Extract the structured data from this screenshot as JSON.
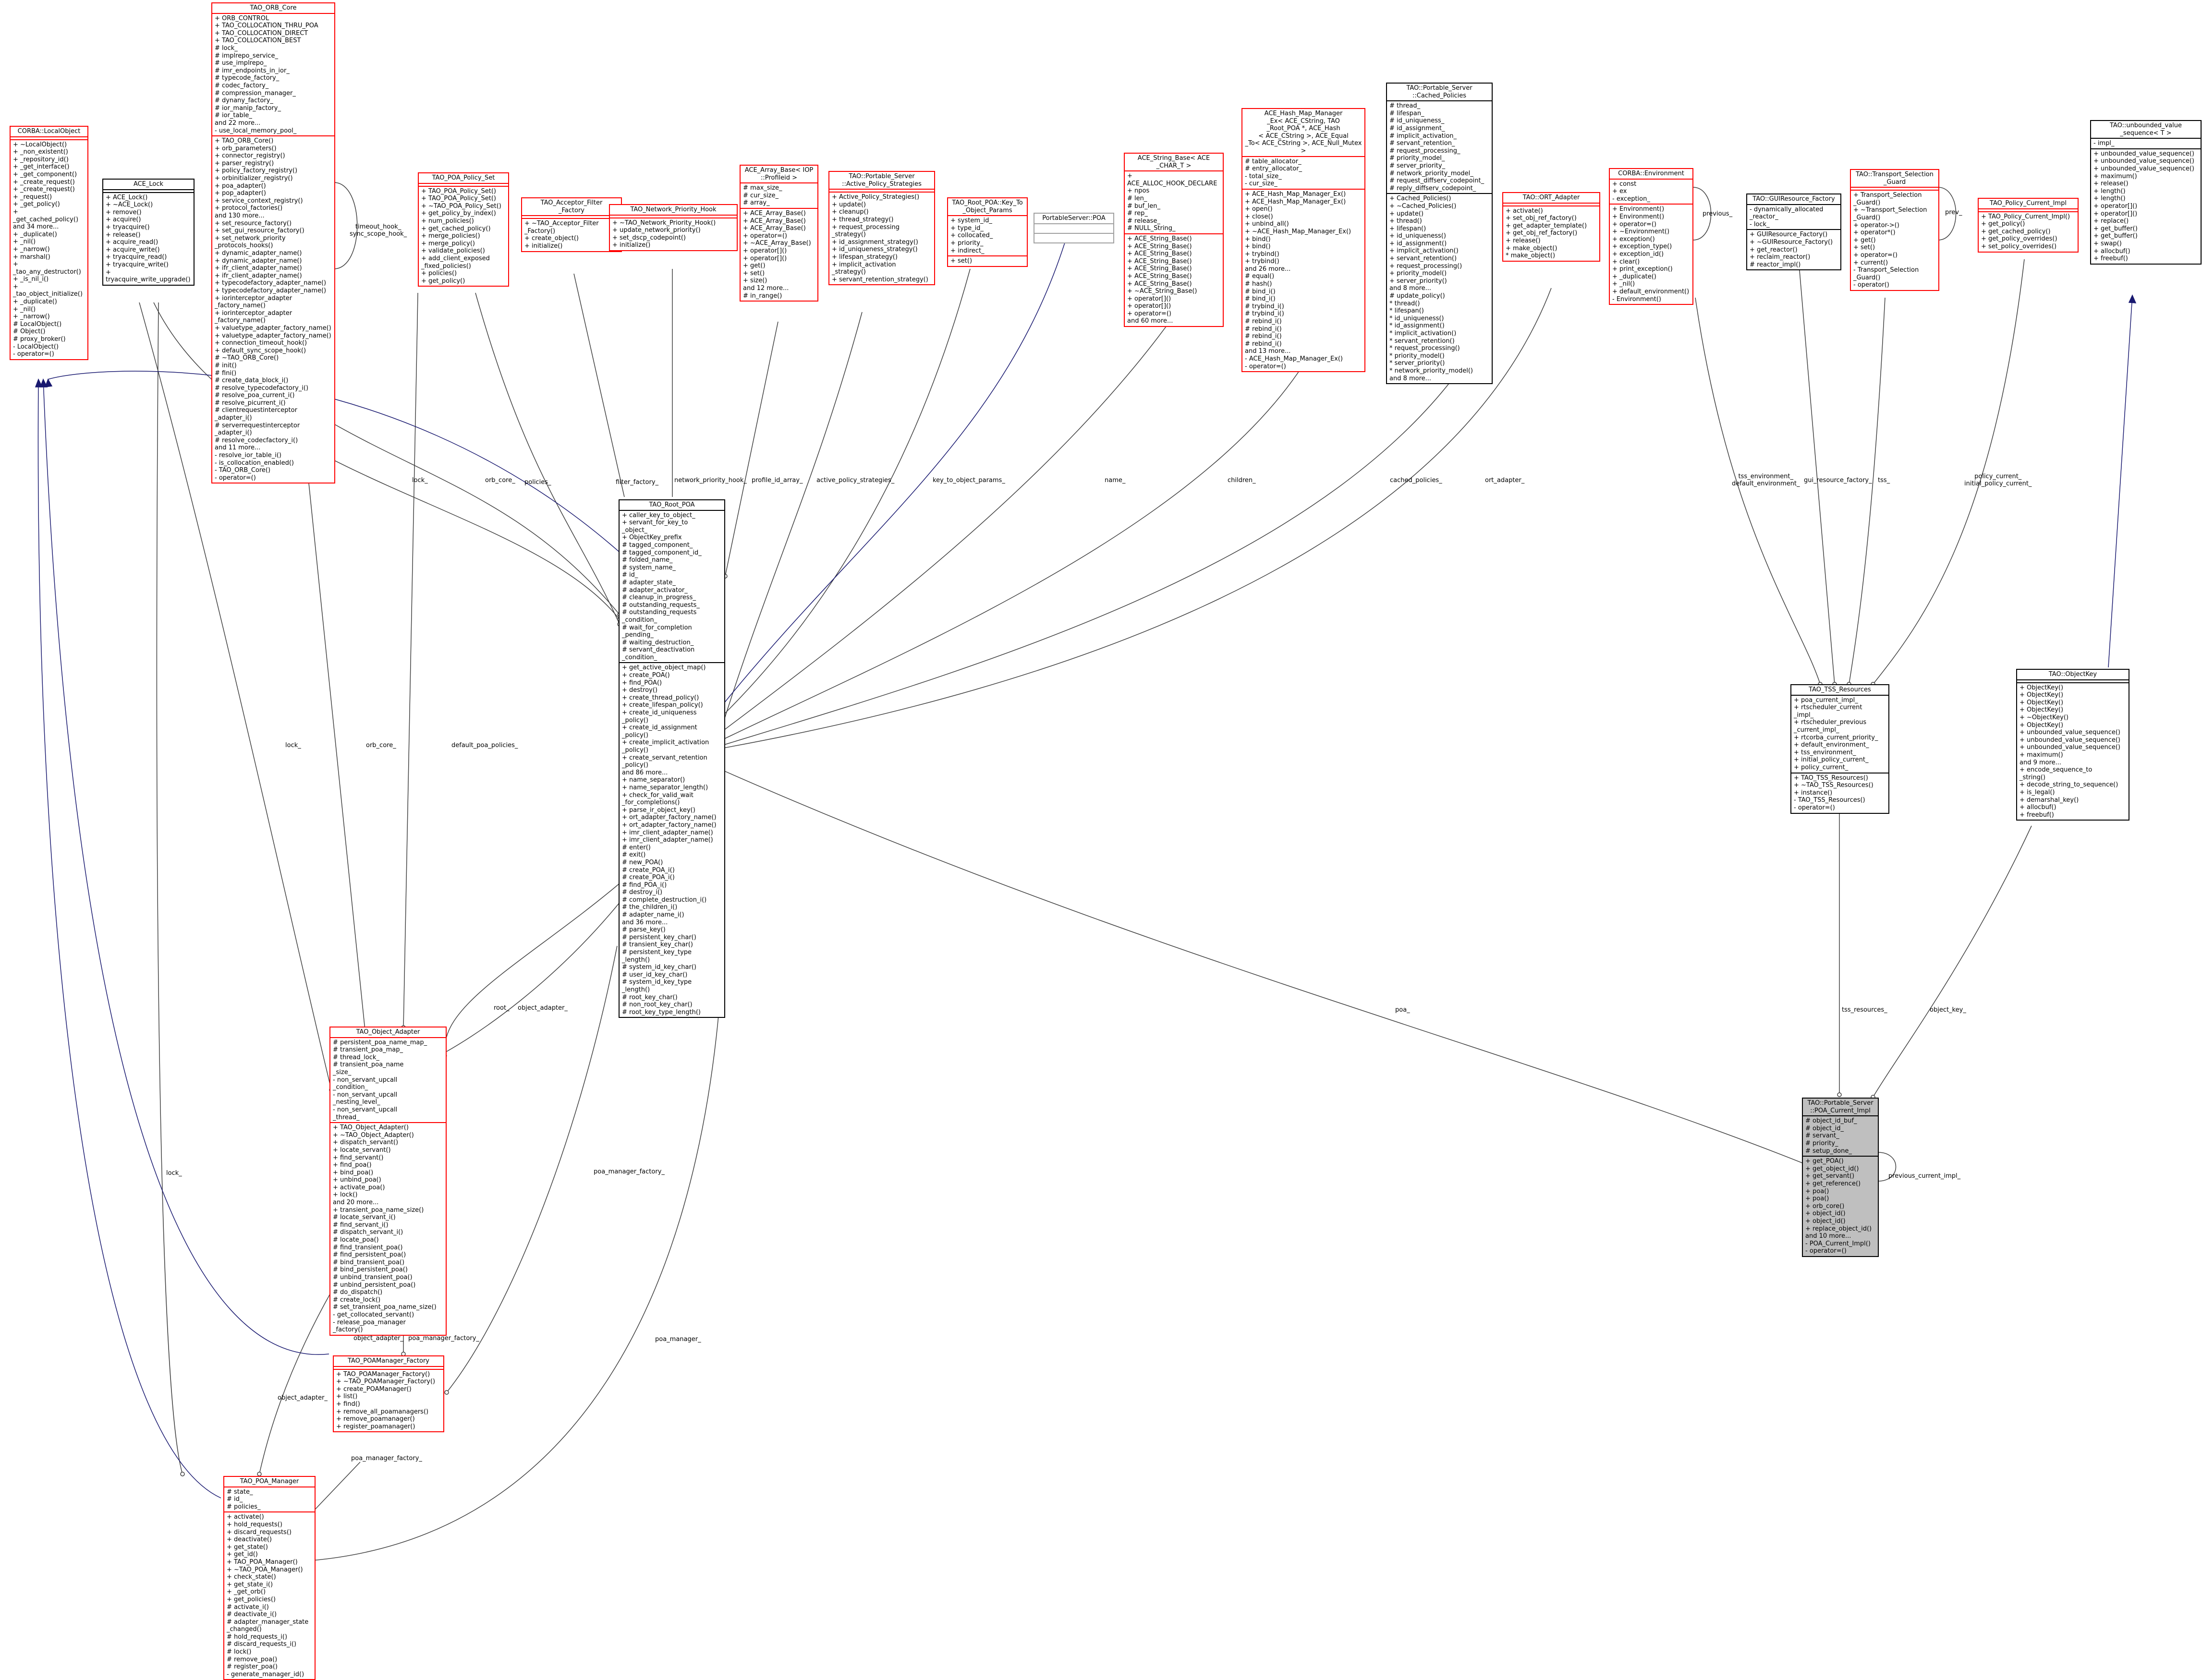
{
  "classes": {
    "tao_orb_core": {
      "name": "TAO_ORB_Core",
      "attributes": "+ ORB_CONTROL\n+ TAO_COLLOCATION_THRU_POA\n+ TAO_COLLOCATION_DIRECT\n+ TAO_COLLOCATION_BEST\n# lock_\n# implrepo_service_\n# use_implrepo_\n# imr_endpoints_in_ior_\n# typecode_factory_\n# codec_factory_\n# compression_manager_\n# dynany_factory_\n# ior_manip_factory_\n# ior_table_\nand 22 more...\n- use_local_memory_pool_",
      "methods": "+ TAO_ORB_Core()\n+ orb_parameters()\n+ connector_registry()\n+ parser_registry()\n+ policy_factory_registry()\n+ orbinitializer_registry()\n+ poa_adapter()\n+ pop_adapter()\n+ service_context_registry()\n+ protocol_factories()\nand 130 more...\n+ set_resource_factory()\n+ set_gui_resource_factory()\n+ set_network_priority\n_protocols_hooks()\n+ dynamic_adapter_name()\n+ dynamic_adapter_name()\n+ ifr_client_adapter_name()\n+ ifr_client_adapter_name()\n+ typecodefactory_adapter_name()\n+ typecodefactory_adapter_name()\n+ iorinterceptor_adapter\n_factory_name()\n+ iorinterceptor_adapter\n_factory_name()\n+ valuetype_adapter_factory_name()\n+ valuetype_adapter_factory_name()\n+ connection_timeout_hook()\n+ default_sync_scope_hook()\n# ~TAO_ORB_Core()\n# init()\n# fini()\n# create_data_block_i()\n# resolve_typecodefactory_i()\n# resolve_poa_current_i()\n# resolve_picurrent_i()\n# clientrequestinterceptor\n_adapter_i()\n# serverrequestinterceptor\n_adapter_i()\n# resolve_codecfactory_i()\nand 11 more...\n- resolve_ior_table_i()\n- is_collocation_enabled()\n- TAO_ORB_Core()\n- operator=()"
    },
    "corba_localobject": {
      "name": "CORBA::LocalObject",
      "attributes": "",
      "methods": "+ ~LocalObject()\n+ _non_existent()\n+ _repository_id()\n+ _get_interface()\n+ _get_component()\n+ _create_request()\n+ _create_request()\n+ _request()\n+ _get_policy()\n+ _get_cached_policy()\nand 34 more...\n+ _duplicate()\n+ _nil()\n+ _narrow()\n+ marshal()\n+ _tao_any_destructor()\n+ _is_nil_i()\n+ _tao_object_initialize()\n+ _duplicate()\n+ _nil()\n+ _narrow()\n# LocalObject()\n# Object()\n# proxy_broker()\n- LocalObject()\n- operator=()"
    },
    "ace_lock": {
      "name": "ACE_Lock",
      "attributes": "",
      "methods": "+ ACE_Lock()\n+ ~ACE_Lock()\n+ remove()\n+ acquire()\n+ tryacquire()\n+ release()\n+ acquire_read()\n+ acquire_write()\n+ tryacquire_read()\n+ tryacquire_write()\n+ tryacquire_write_upgrade()"
    },
    "tao_poa_policy_set": {
      "name": "TAO_POA_Policy_Set",
      "attributes": "",
      "methods": "+ TAO_POA_Policy_Set()\n+ TAO_POA_Policy_Set()\n+ ~TAO_POA_Policy_Set()\n+ get_policy_by_index()\n+ num_policies()\n+ get_cached_policy()\n+ merge_policies()\n+ merge_policy()\n+ validate_policies()\n+ add_client_exposed\n_fixed_policies()\n+ policies()\n+ get_policy()"
    },
    "tao_acceptor_filter_factory": {
      "name": "TAO_Acceptor_Filter\n_Factory",
      "attributes": "",
      "methods": "+ ~TAO_Acceptor_Filter\n_Factory()\n+ create_object()\n+ initialize()"
    },
    "tao_network_priority_hook": {
      "name": "TAO_Network_Priority_Hook",
      "attributes": "",
      "methods": "+ ~TAO_Network_Priority_Hook()\n+ update_network_priority()\n+ set_dscp_codepoint()\n+ initialize()"
    },
    "ace_array_base": {
      "name": "ACE_Array_Base< IOP\n::Profileid >",
      "attributes": "# max_size_\n# cur_size_\n# array_",
      "methods": "+ ACE_Array_Base()\n+ ACE_Array_Base()\n+ ACE_Array_Base()\n+ operator=()\n+ ~ACE_Array_Base()\n+ operator[]()\n+ operator[]()\n+ get()\n+ set()\n+ size()\nand 12 more...\n# in_range()"
    },
    "tao_active_policy_strategies": {
      "name": "TAO::Portable_Server\n::Active_Policy_Strategies",
      "attributes": "",
      "methods": "+ Active_Policy_Strategies()\n+ update()\n+ cleanup()\n+ thread_strategy()\n+ request_processing\n_strategy()\n+ id_assignment_strategy()\n+ id_uniqueness_strategy()\n+ lifespan_strategy()\n+ implicit_activation\n_strategy()\n+ servant_retention_strategy()"
    },
    "tao_key_to_object_params": {
      "name": "TAO_Root_POA::Key_To\n_Object_Params",
      "attributes": "+ system_id_\n+ type_id_\n+ collocated_\n+ priority_\n+ indirect_",
      "methods": "+ set()"
    },
    "portableserver_poa": {
      "name": "PortableServer::POA",
      "attributes": "",
      "methods": ""
    },
    "ace_string_base": {
      "name": "ACE_String_Base< ACE\n_CHAR_T >",
      "attributes": "+ ACE_ALLOC_HOOK_DECLARE\n+ npos\n# len_\n# buf_len_\n# rep_\n# release_\n# NULL_String_",
      "methods": "+ ACE_String_Base()\n+ ACE_String_Base()\n+ ACE_String_Base()\n+ ACE_String_Base()\n+ ACE_String_Base()\n+ ACE_String_Base()\n+ ACE_String_Base()\n+ ~ACE_String_Base()\n+ operator[]()\n+ operator[]()\n+ operator=()\nand 60 more..."
    },
    "ace_hash_map_manager": {
      "name": "ACE_Hash_Map_Manager\n_Ex< ACE_CString, TAO\n_Root_POA *, ACE_Hash\n< ACE_CString >, ACE_Equal\n_To< ACE_CString >, ACE_Null_Mutex >",
      "attributes": "# table_allocator_\n# entry_allocator_\n- total_size_\n- cur_size_",
      "methods": "+ ACE_Hash_Map_Manager_Ex()\n+ ACE_Hash_Map_Manager_Ex()\n+ open()\n+ close()\n+ unbind_all()\n+ ~ACE_Hash_Map_Manager_Ex()\n+ bind()\n+ bind()\n+ trybind()\n+ trybind()\nand 26 more...\n# equal()\n# hash()\n# bind_i()\n# bind_i()\n# trybind_i()\n# trybind_i()\n# rebind_i()\n# rebind_i()\n# rebind_i()\n# rebind_i()\nand 13 more...\n- ACE_Hash_Map_Manager_Ex()\n- operator=()"
    },
    "tao_cached_policies": {
      "name": "TAO::Portable_Server\n::Cached_Policies",
      "attributes": "# thread_\n# lifespan_\n# id_uniqueness_\n# id_assignment_\n# implicit_activation_\n# servant_retention_\n# request_processing_\n# priority_model_\n# server_priority_\n# network_priority_model_\n# request_diffserv_codepoint_\n# reply_diffserv_codepoint_",
      "methods": "+ Cached_Policies()\n+ ~Cached_Policies()\n+ update()\n+ thread()\n+ lifespan()\n+ id_uniqueness()\n+ id_assignment()\n+ implicit_activation()\n+ servant_retention()\n+ request_processing()\n+ priority_model()\n+ server_priority()\nand 8 more...\n# update_policy()\n* thread()\n* lifespan()\n* id_uniqueness()\n* id_assignment()\n* implicit_activation()\n* servant_retention()\n* request_processing()\n* priority_model()\n* server_priority()\n* network_priority_model()\nand 8 more..."
    },
    "tao_orf_adapter": {
      "name": "TAO::ORT_Adapter",
      "attributes": "",
      "methods": "+ activate()\n+ set_obj_ref_factory()\n+ get_adapter_template()\n+ get_obj_ref_factory()\n+ release()\n+ make_object()\n* make_object()"
    },
    "corba_environment": {
      "name": "CORBA::Environment",
      "attributes": "+ const\n+ ex\n- exception_",
      "methods": "+ Environment()\n+ Environment()\n+ operator=()\n+ ~Environment()\n+ exception()\n+ exception_type()\n+ exception_id()\n+ clear()\n+ print_exception()\n+ _duplicate()\n+ _nil()\n+ default_environment()\n- Environment()"
    },
    "tao_gui_resource_factory": {
      "name": "TAO::GUIResource_Factory",
      "attributes": "- dynamically_allocated\n_reactor_\n- lock_",
      "methods": "+ GUIResource_Factory()\n+ ~GUIResource_Factory()\n+ get_reactor()\n+ reclaim_reactor()\n# reactor_impl()"
    },
    "tao_transport_selection_guard": {
      "name": "TAO::Transport_Selection\n_Guard",
      "attributes": "",
      "methods": "+ Transport_Selection\n_Guard()\n+ ~Transport_Selection\n_Guard()\n+ operator->()\n+ operator*()\n+ get()\n+ set()\n+ operator=()\n+ current()\n- Transport_Selection\n_Guard()\n- operator()"
    },
    "tao_policy_current_impl": {
      "name": "TAO_Policy_Current_Impl",
      "attributes": "",
      "methods": "+ TAO_Policy_Current_Impl()\n+ get_policy()\n+ get_cached_policy()\n+ get_policy_overrides()\n+ set_policy_overrides()"
    },
    "tao_unbounded_value_sequence": {
      "name": "TAO::unbounded_value\n_sequence< T >",
      "attributes": "- impl_",
      "methods": "+ unbounded_value_sequence()\n+ unbounded_value_sequence()\n+ unbounded_value_sequence()\n+ maximum()\n+ release()\n+ length()\n+ length()\n+ operator[]()\n+ operator[]()\n+ replace()\n+ get_buffer()\n+ get_buffer()\n+ swap()\n+ allocbuf()\n+ freebuf()"
    },
    "tao_root_poa": {
      "name": "TAO_Root_POA",
      "attributes": "+ caller_key_to_object_\n+ servant_for_key_to\n_object_\n+ ObjectKey_prefix\n# tagged_component_\n# tagged_component_id_\n# folded_name_\n# system_name_\n# id_\n# adapter_state_\n# adapter_activator_\n# cleanup_in_progress_\n# outstanding_requests_\n# outstanding_requests\n_condition_\n# wait_for_completion\n_pending_\n# waiting_destruction_\n# servant_deactivation\n_condition_",
      "methods": "+ get_active_object_map()\n+ create_POA()\n+ find_POA()\n+ destroy()\n+ create_thread_policy()\n+ create_lifespan_policy()\n+ create_id_uniqueness\n_policy()\n+ create_id_assignment\n_policy()\n+ create_implicit_activation\n_policy()\n+ create_servant_retention\n_policy()\nand 86 more...\n+ name_separator()\n+ name_separator_length()\n+ check_for_valid_wait\n_for_completions()\n+ parse_ir_object_key()\n+ ort_adapter_factory_name()\n+ ort_adapter_factory_name()\n+ imr_client_adapter_name()\n+ imr_client_adapter_name()\n# enter()\n# exit()\n# new_POA()\n# create_POA_i()\n# create_POA_i()\n# find_POA_i()\n# destroy_i()\n# complete_destruction_i()\n# the_children_i()\n# adapter_name_i()\nand 36 more...\n# parse_key()\n# persistent_key_char()\n# transient_key_char()\n# persistent_key_type\n_length()\n# system_id_key_char()\n# user_id_key_char()\n# system_id_key_type\n_length()\n# root_key_char()\n# non_root_key_char()\n# root_key_type_length()"
    },
    "tao_object_adapter": {
      "name": "TAO_Object_Adapter",
      "attributes": "# persistent_poa_name_map_\n# transient_poa_map_\n# thread_lock_\n# transient_poa_name\n_size_\n- non_servant_upcall\n_condition_\n- non_servant_upcall\n_nesting_level_\n- non_servant_upcall\n_thread_",
      "methods": "+ TAO_Object_Adapter()\n+ ~TAO_Object_Adapter()\n+ dispatch_servant()\n+ locate_servant()\n+ find_servant()\n+ find_poa()\n+ bind_poa()\n+ unbind_poa()\n+ activate_poa()\n+ lock()\nand 20 more...\n+ transient_poa_name_size()\n# locate_servant_i()\n# find_servant_i()\n# dispatch_servant_i()\n# locate_poa()\n# find_transient_poa()\n# find_persistent_poa()\n# bind_transient_poa()\n# bind_persistent_poa()\n# unbind_transient_poa()\n# unbind_persistent_poa()\n# do_dispatch()\n# create_lock()\n# set_transient_poa_name_size()\n- get_collocated_servant()\n- release_poa_manager\n_factory()"
    },
    "tao_poamanager_factory": {
      "name": "TAO_POAManager_Factory",
      "attributes": "",
      "methods": "+ TAO_POAManager_Factory()\n+ ~TAO_POAManager_Factory()\n+ create_POAManager()\n+ list()\n+ find()\n+ remove_all_poamanagers()\n+ remove_poamanager()\n+ register_poamanager()"
    },
    "tao_poa_manager": {
      "name": "TAO_POA_Manager",
      "attributes": "# state_\n# id_\n# policies_",
      "methods": "+ activate()\n+ hold_requests()\n+ discard_requests()\n+ deactivate()\n+ get_state()\n+ get_id()\n+ TAO_POA_Manager()\n+ ~TAO_POA_Manager()\n+ check_state()\n+ get_state_i()\n+ _get_orb()\n+ get_policies()\n# activate_i()\n# deactivate_i()\n# adapter_manager_state\n_changed()\n# hold_requests_i()\n# discard_requests_i()\n# lock()\n# remove_poa()\n# register_poa()\n- generate_manager_id()"
    },
    "tao_tss_resources": {
      "name": "TAO_TSS_Resources",
      "attributes": "+ poa_current_impl_\n+ rtscheduler_current\n_impl_\n+ rtscheduler_previous\n_current_impl_\n+ rtcorba_current_priority_\n+ default_environment_\n+ tss_environment_\n+ initial_policy_current_\n+ policy_current_",
      "methods": "+ TAO_TSS_Resources()\n+ ~TAO_TSS_Resources()\n+ instance()\n- TAO_TSS_Resources()\n- operator=()"
    },
    "tao_objectkey": {
      "name": "TAO::ObjectKey",
      "attributes": "",
      "methods": "+ ObjectKey()\n+ ObjectKey()\n+ ObjectKey()\n+ ObjectKey()\n+ ~ObjectKey()\n+ ObjectKey()\n+ unbounded_value_sequence()\n+ unbounded_value_sequence()\n+ unbounded_value_sequence()\n+ maximum()\nand 9 more...\n+ encode_sequence_to\n_string()\n+ decode_string_to_sequence()\n+ is_legal()\n+ demarshal_key()\n+ allocbuf()\n+ freebuf()"
    },
    "poa_current_impl": {
      "name": "TAO::Portable_Server\n::POA_Current_Impl",
      "attributes": "# object_id_buf_\n# object_id_\n# servant_\n# priority_\n# setup_done_",
      "methods": "+ get_POA()\n+ get_object_id()\n+ get_servant()\n+ get_reference()\n+ poa()\n+ poa()\n+ orb_core()\n+ object_id()\n+ object_id()\n+ replace_object_id()\nand 10 more...\n- POA_Current_Impl()\n- operator=()"
    }
  },
  "edge_labels": {
    "timeout_hook": "timeout_hook_\nsync_scope_hook_",
    "lock_top": "lock_",
    "orb_core_top": "orb_core_",
    "policies": "policies_",
    "filter_factory": "filter_factory_",
    "network_priority_hook": "network_priority_hook_",
    "profile_id_array": "profile_id_array_",
    "active_policy_strategies": "active_policy_strategies_",
    "key_to_object_params": "key_to_object_params_",
    "name": "name_",
    "children": "children_",
    "cached_policies": "cached_policies_",
    "ort_adapter": "ort_adapter_",
    "tss_environment": "tss_environment_\ndefault_environment_",
    "previous": "previous_",
    "gui_resource_factory": "gui_resource_factory_",
    "tss": "tss_",
    "prev": "prev_",
    "policy_current": "policy_current_\ninitial_policy_current_",
    "lock_mid": "lock_",
    "orb_core_mid": "orb_core_",
    "default_poa_policies": "default_poa_policies_",
    "root": "root_",
    "object_adapter_mid": "object_adapter_",
    "poa_manager_factory_a": "poa_manager_factory_",
    "poa_manager_factory_b": "poa_manager_factory_",
    "object_adapter_low": "object_adapter_",
    "poa_manager_factory_low": "poa_manager_factory_",
    "lock_low": "lock_",
    "poa_manager": "poa_manager_",
    "poa": "poa_",
    "tss_resources": "tss_resources_",
    "object_key": "object_key_",
    "previous_current_impl": "previous_current_impl_"
  },
  "colors": {
    "member_edge": "#404040",
    "inherit_edge": "#191970",
    "class_border_red": "#ff0000",
    "class_border_black": "#000000",
    "focus_fill": "#bfbfbf"
  }
}
